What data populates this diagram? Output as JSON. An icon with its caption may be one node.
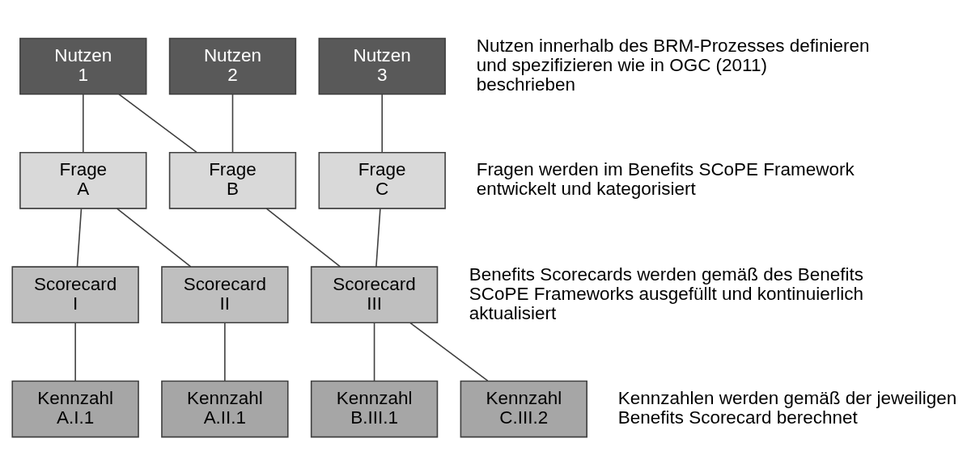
{
  "diagram": {
    "nodes": [
      {
        "text": [
          "Nutzen 1"
        ]
      },
      {
        "text": [
          "Nutzen 2"
        ]
      },
      {
        "text": [
          "Nutzen 3"
        ]
      },
      {
        "text": [
          "Frage A"
        ]
      },
      {
        "text": [
          "Frage B"
        ]
      },
      {
        "text": [
          "Frage C"
        ]
      },
      {
        "text": [
          "Scorecard I"
        ]
      },
      {
        "text": [
          "Scorecard II"
        ]
      },
      {
        "text": [
          "Scorecard III"
        ]
      },
      {
        "text": [
          "Kennzahl A.I.1"
        ]
      },
      {
        "text": [
          "Kennzahl A.II.1"
        ]
      },
      {
        "text": [
          "Kennzahl B.III.1"
        ]
      },
      {
        "text": [
          "Kennzahl C.III.2"
        ]
      }
    ],
    "edges": [
      {
        "from": 0,
        "to": 3,
        "arrow": "none"
      },
      {
        "from": 0,
        "to": 4,
        "arrow": "none"
      },
      {
        "from": 1,
        "to": 4,
        "arrow": "none"
      },
      {
        "from": 2,
        "to": 5,
        "arrow": "none"
      },
      {
        "from": 3,
        "to": 6,
        "arrow": "none"
      },
      {
        "from": 3,
        "to": 7,
        "arrow": "none"
      },
      {
        "from": 4,
        "to": 8,
        "arrow": "none"
      },
      {
        "from": 5,
        "to": 8,
        "arrow": "none"
      },
      {
        "from": 6,
        "to": 9,
        "arrow": "none"
      },
      {
        "from": 7,
        "to": 10,
        "arrow": "none"
      },
      {
        "from": 8,
        "to": 11,
        "arrow": "none"
      },
      {
        "from": 8,
        "to": 12,
        "arrow": "none"
      }
    ],
    "labels": [
      "Nutzen innerhalb des BRM-Prozesses definieren und spezifizieren wie in OGC (2011) beschrieben",
      "Fragen werden im Benefits SCoPE Framework entwickelt und kategorisiert",
      "Benefits Scorecards werden gemäß des Benefits SCoPE Frameworks ausgefüllt und kontinuierlich aktualisiert",
      "Kennzahlen werden gemäß der jeweiligen Benefits Scorecard berechnet"
    ]
  }
}
